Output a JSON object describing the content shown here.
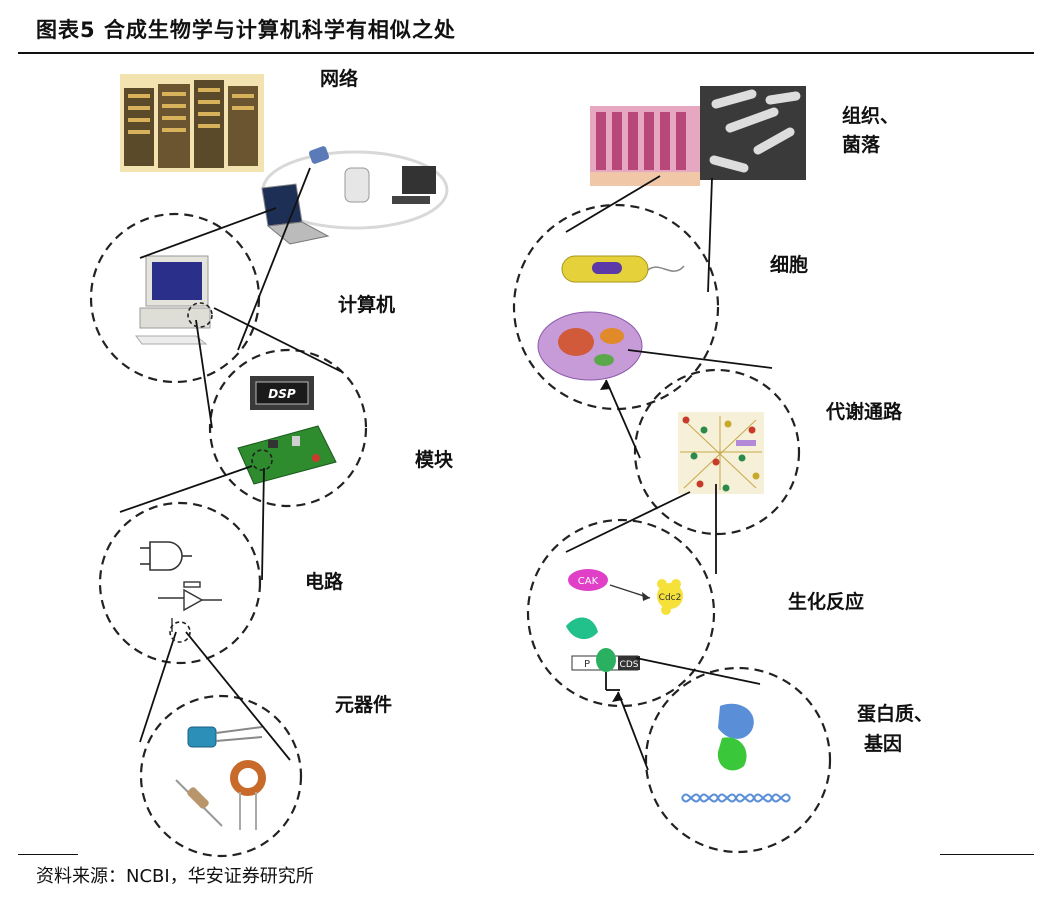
{
  "figure": {
    "title": "图表5 合成生物学与计算机科学有相似之处",
    "source": "资料来源：NCBI，华安证券研究所"
  },
  "left_column": {
    "network_label": "网络",
    "computer_label": "计算机",
    "module_label": "模块",
    "circuit_label": "电路",
    "component_label": "元器件",
    "dsp_text": "DSP"
  },
  "right_column": {
    "tissue_label_1": "组织、",
    "tissue_label_2": "菌落",
    "cell_label": "细胞",
    "metabolic_label": "代谢通路",
    "reaction_label": "生化反应",
    "protein_label_1": "蛋白质、",
    "protein_label_2": "基因",
    "cak_text": "CAK",
    "cdc2_text": "Cdc2",
    "cds_text": "CDS",
    "p_text": "P"
  },
  "colors": {
    "server": "#c9a24a",
    "pcb_green": "#2e8b2e",
    "tissue_pink": "#e6a8c0",
    "cell_purple": "#c79ad8",
    "bacteria_yellow": "#e5d23a",
    "cak_magenta": "#e040c8",
    "dna_blue": "#5a8fd8"
  }
}
